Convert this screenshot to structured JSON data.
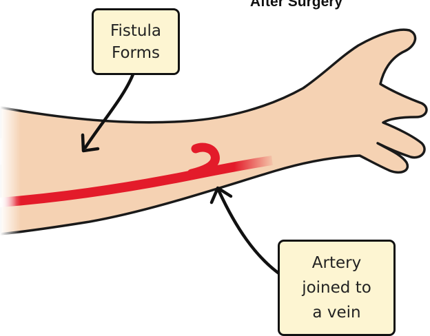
{
  "title": "After Surgery",
  "callouts": {
    "fistula": {
      "line1": "Fistula",
      "line2": "Forms"
    },
    "artery": {
      "line1": "Artery",
      "line2": "joined to",
      "line3": "a vein"
    }
  },
  "colors": {
    "skin": "#f5d2b3",
    "skin_outline": "#1a1a1a",
    "vein": "#1d4fa0",
    "artery": "#e31b2a",
    "callout_fill": "#fdf5d2"
  }
}
